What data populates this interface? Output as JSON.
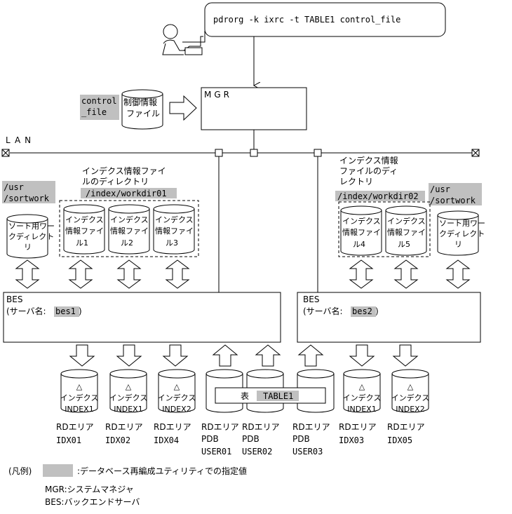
{
  "command": "pdrorg -k ixrc -t TABLE1 control_file",
  "control": {
    "file_line1": "control",
    "file_line2": "_file",
    "label_line1": "制御情報",
    "label_line2": "ファイル"
  },
  "mgr": {
    "label": "MGR"
  },
  "lan": {
    "label": "LAN"
  },
  "left_dir": {
    "label_line1": "インデクス情報ファイ",
    "label_line2": "ルのディレクトリ",
    "path": "/index/workdir01"
  },
  "right_dir": {
    "label_line1": "インデクス情報",
    "label_line2": "ファイルのディ",
    "label_line3": "レクトリ",
    "path": "/index/workdir02"
  },
  "sortwork": {
    "path_line1": "/usr",
    "path_line2": "/sortwork",
    "disk_line1": "ソート用ワー",
    "disk_line2": "クディレクト",
    "disk_line3": "リ"
  },
  "index_info_files": [
    {
      "line1": "インデクス",
      "line2": "情報ファイ",
      "line3": "ル1"
    },
    {
      "line1": "インデクス",
      "line2": "情報ファイ",
      "line3": "ル2"
    },
    {
      "line1": "インデクス",
      "line2": "情報ファイ",
      "line3": "ル3"
    },
    {
      "line1": "インデクス",
      "line2": "情報ファイ",
      "line3": "ル4"
    },
    {
      "line1": "インデクス",
      "line2": "情報ファイ",
      "line3": "ル5"
    }
  ],
  "bes_left": {
    "line1": "BES",
    "line2_prefix": "(サーバ名:",
    "server": "bes1",
    "line2_suffix": ")"
  },
  "bes_right": {
    "line1": "BES",
    "line2_prefix": "(サーバ名:",
    "server": "bes2",
    "line2_suffix": ")"
  },
  "table": {
    "label": "表",
    "name": "TABLE1"
  },
  "index_disk": {
    "triangle": "△",
    "line1": "インデクス"
  },
  "rd_areas": [
    {
      "index": "INDEX1",
      "label": "RDエリア",
      "name": "IDX01"
    },
    {
      "index": "INDEX1",
      "label": "RDエリア",
      "name": "IDX02"
    },
    {
      "index": "INDEX2",
      "label": "RDエリア",
      "name": "IDX04"
    },
    {
      "index": "",
      "label": "RDエリア",
      "sub": "PDB",
      "name": "USER01"
    },
    {
      "index": "",
      "label": "RDエリア",
      "sub": "PDB",
      "name": "USER02"
    },
    {
      "index": "",
      "label": "RDエリア",
      "sub": "PDB",
      "name": "USER03"
    },
    {
      "index": "INDEX1",
      "label": "RDエリア",
      "name": "IDX03"
    },
    {
      "index": "INDEX2",
      "label": "RDエリア",
      "name": "IDX05"
    }
  ],
  "legend": {
    "title": "(凡例)",
    "swatch_text": ":データベース再編成ユティリティでの指定値",
    "mgr_text": "MGR:システムマネジャ",
    "bes_text": "BES:バックエンドサーバ"
  }
}
